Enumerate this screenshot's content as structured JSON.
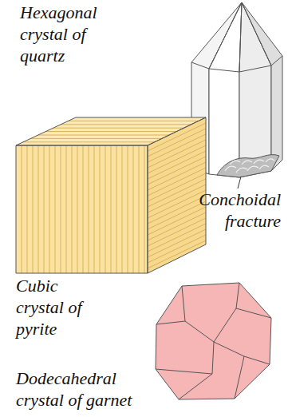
{
  "diagram": {
    "labels": [
      "Hexagonal crystal of quartz",
      "Conchoidal fracture",
      "Cubic crystal of pyrite",
      "Dodecahedral crystal of garnet"
    ]
  }
}
